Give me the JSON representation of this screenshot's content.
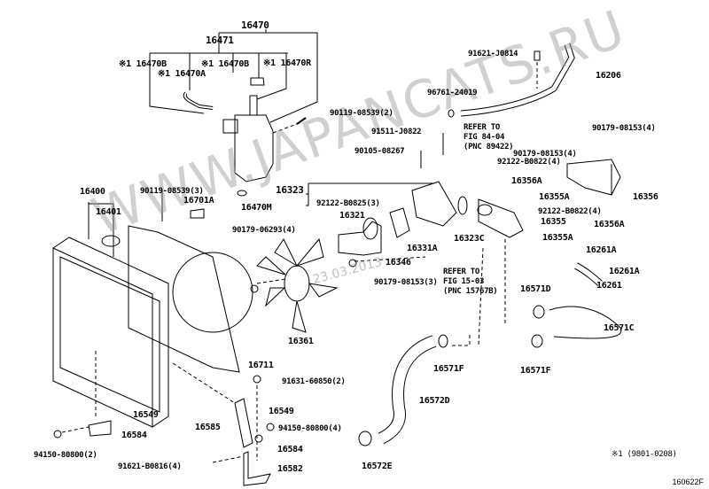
{
  "watermark": "WWW.JAPANCATS.RU",
  "watermark_date": "23.03.2013",
  "figure_code": "160622F",
  "footnote": "※1 (9801-0208)",
  "refer_notes": [
    {
      "line1": "REFER TO",
      "line2": "FIG 84-04",
      "line3": "(PNC 89422)"
    },
    {
      "line1": "REFER TO",
      "line2": "FIG 15-03",
      "line3": "(PNC 15767B)"
    }
  ],
  "labels": [
    "16470",
    "16471",
    "※1 16470B",
    "※1 16470A",
    "※1 16470B",
    "※1 16470R",
    "90119-08539(2)",
    "16470M",
    "16323",
    "92122-B0825(3)",
    "16321",
    "16331A",
    "16346",
    "90179-08153(3)",
    "90179-06293(4)",
    "16361",
    "16400",
    "16401",
    "90119-08539(3)",
    "16701A",
    "16711",
    "91631-60850(2)",
    "16549",
    "16549",
    "16584",
    "94150-80800(2)",
    "16585",
    "94150-80800(4)",
    "16584",
    "91621-B0816(4)",
    "16582",
    "16572D",
    "16572E",
    "16571F",
    "16571F",
    "16571C",
    "16571D",
    "16261",
    "16261A",
    "16261A",
    "16355A",
    "16355",
    "92122-B0822(4)",
    "16355A",
    "16356",
    "16356A",
    "16356A",
    "92122-B0822(4)",
    "90179-08153(4)",
    "90179-08153(4)",
    "91511-J0822",
    "90105-08267",
    "96761-24019",
    "91621-J0814",
    "16206",
    "16323C"
  ]
}
